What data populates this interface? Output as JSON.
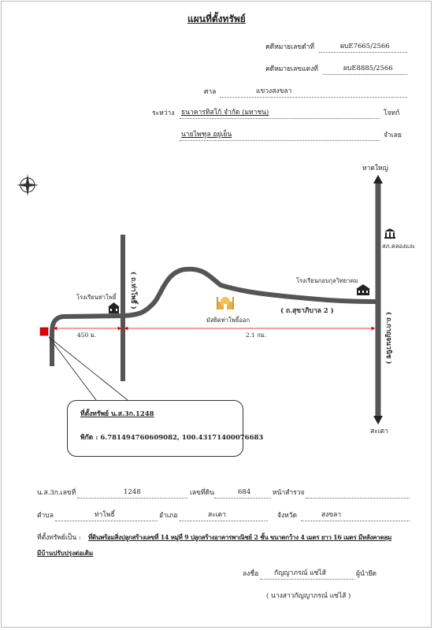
{
  "title": "แผนที่ตั้งทรัพย์",
  "header": {
    "black_case_label": "คดีหมายเลขดำที่",
    "black_case_value": "ผบE7665/2566",
    "red_case_label": "คดีหมายเลขแดงที่",
    "red_case_value": "ผบE8885/2566",
    "court_label": "ศาล",
    "court_value": "แขวงสงขลา",
    "between_label": "ระหว่าง",
    "plaintiff_value": "ธนาคารทิสโก้ จำกัด (มหาชน)",
    "plaintiff_role": "โจทก์",
    "defendant_value": "นายไพฑูล อยู่เย็น",
    "defendant_role": "จำเลย"
  },
  "map": {
    "hat_yai": "หาดใหญ่",
    "sadao": "สะเดา",
    "police_station": "สภ.คลองแงะ",
    "school_tha_pho": "โรงเรียนท่าโพธิ์",
    "school_kobkun": "โรงเรียนกอบกุลวิทยาคม",
    "mosque": "มัสยิดท่าโพธิ์ออก",
    "road_tha_pho": "( ถ.ท่าโพธิ์ )",
    "road_sukhaphiban": "( ถ.สุขาภิบาล 2 )",
    "road_kanchanawanit": "( ถ.กาญจนวนิช )",
    "distance_450": "450 ม.",
    "distance_2_1": "2.1 กม."
  },
  "callout": {
    "location_label": "ที่ตั้งทรัพย์ น.ส.3ก.1248",
    "coordinates": "พิกัด : 6.781494760609082, 100.43171400076683"
  },
  "footer": {
    "deed_label": "น.ส.3ก.เลขที่",
    "deed_value": "1248",
    "land_no_label": "เลขที่ดิน",
    "land_no_value": "684",
    "survey_label": "หน้าสำรวจ",
    "survey_value": "",
    "subdistrict_label": "ตำบล",
    "subdistrict_value": "ท่าโพธิ์",
    "district_label": "อำเภอ",
    "district_value": "สะเดา",
    "province_label": "จังหวัด",
    "province_value": "สงขลา",
    "property_label": "ที่ตั้งทรัพย์เป็น :",
    "property_line1": "ที่ดินพร้อมสิ่งปลูกสร้างเลขที่ 14 หมู่ที่ 9 ปลูกสร้างอาคารพาณิชย์ 2 ชั้น ขนาดกว้าง 4 เมตร ยาว 16 เมตร มีหลังคาคลุม",
    "property_line2": "มีบ้านปรับปรุงต่อเติม",
    "sign_label": "ลงชื่อ",
    "sign_value": "กัญญาภรณ์ แซ่ไส้",
    "sign_role": "ผู้นำยึด",
    "signer_name": "( นางสาวกัญญาภรณ์ แซ่ไส้ )"
  },
  "colors": {
    "road": "#555555",
    "red": "#e00000",
    "border": "#bcbcbc"
  }
}
